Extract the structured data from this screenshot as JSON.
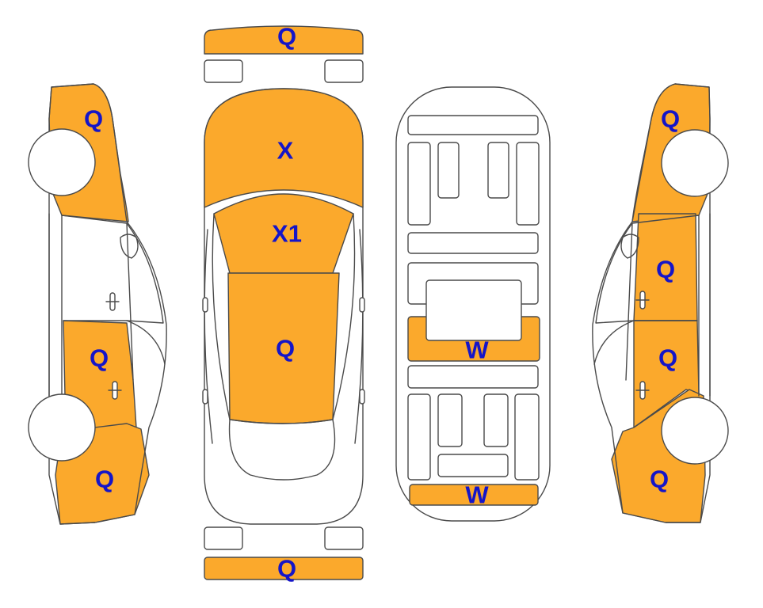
{
  "colors": {
    "damage_fill": "#FBA92C",
    "label": "#1515C8",
    "outline": "#4A4A4A",
    "background": "#FFFFFF"
  },
  "panels": {
    "front_bumper": "Q",
    "hood": "X",
    "windshield": "X1",
    "roof": "Q",
    "rear_bumper": "Q",
    "floor_middle": "W",
    "floor_rear": "W",
    "left_front": "Q",
    "left_door": "Q",
    "left_rear": "Q",
    "right_front": "Q",
    "right_front_door": "Q",
    "right_rear_door": "Q",
    "right_rear": "Q"
  }
}
